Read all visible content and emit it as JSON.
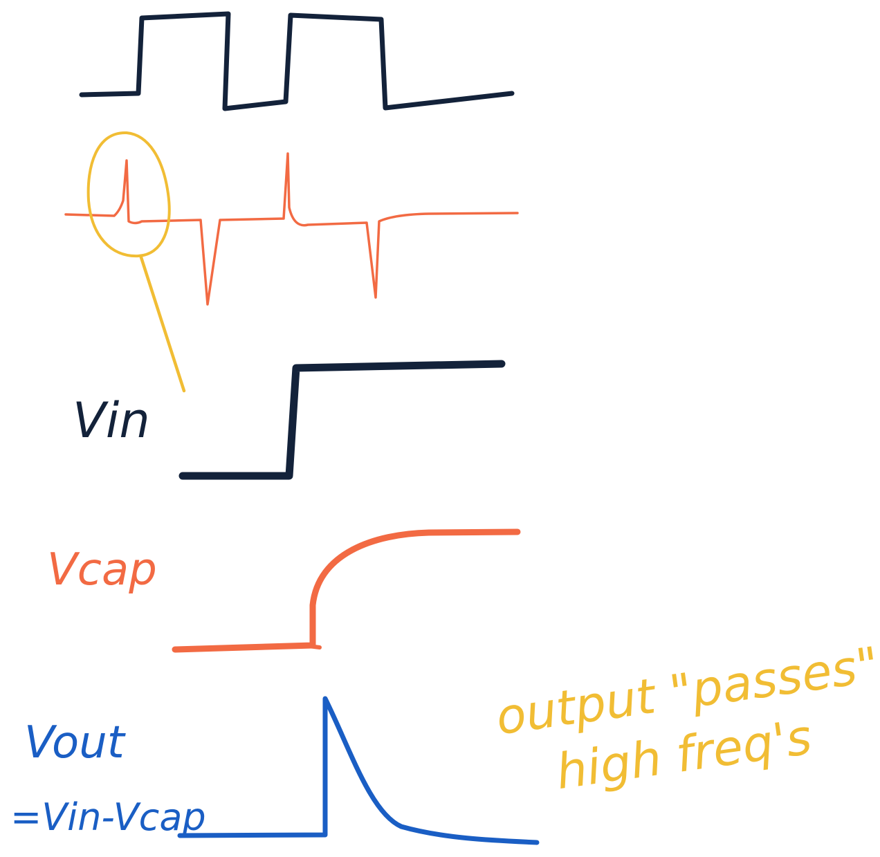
{
  "colors": {
    "ink_dark": "#13223a",
    "ink_orange": "#f26a43",
    "ink_yellow": "#f1bd34",
    "ink_blue": "#1a5ec4",
    "background": "#ffffff"
  },
  "labels": {
    "vin": "Vin",
    "vcap": "Vcap",
    "vout": "Vout",
    "vout_eq": "=Vin-Vcap"
  },
  "note": {
    "line1": "output \"passes\"",
    "line2": "high freq's"
  }
}
